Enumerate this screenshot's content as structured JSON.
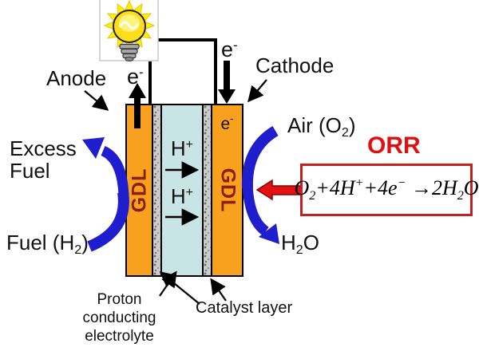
{
  "colors": {
    "gdl_orange": "#F7A11E",
    "electrolyte_blue": "#C9E4E4",
    "catalyst_gray": "#CDCDCD",
    "flow_arrow_blue": "#1E1ECF",
    "orr_red": "#E01010",
    "gdl_text_dark_red": "#8B1E04",
    "wire_black": "#000000"
  },
  "icons": {
    "bulb": "light-bulb"
  },
  "labels": {
    "anode": "Anode",
    "cathode": "Cathode",
    "excess_fuel": {
      "line1": "Excess",
      "line2": "Fuel"
    },
    "fuel_h2": {
      "pre": "Fuel (H",
      "sub": "2",
      "post": ")"
    },
    "air_o2": {
      "pre": "Air (O",
      "sub": "2",
      "post": ")"
    },
    "h2o": {
      "pre": "H",
      "sub": "2",
      "post": "O"
    },
    "electron": {
      "base": "e",
      "sup": "-"
    },
    "proton": {
      "base": "H",
      "sup": "+"
    },
    "gdl": "GDL",
    "orr_title": "ORR",
    "equation": {
      "p1": "O",
      "s1": "2",
      "p2": "+4H",
      "u1": "+",
      "p3": "+4e",
      "u2": "−",
      "p4": " →2H",
      "s2": "2",
      "p5": "O"
    },
    "proton_electrolyte": {
      "line1": "Proton",
      "line2": "conducting",
      "line3": "electrolyte"
    },
    "catalyst_layer": "Catalyst layer"
  }
}
